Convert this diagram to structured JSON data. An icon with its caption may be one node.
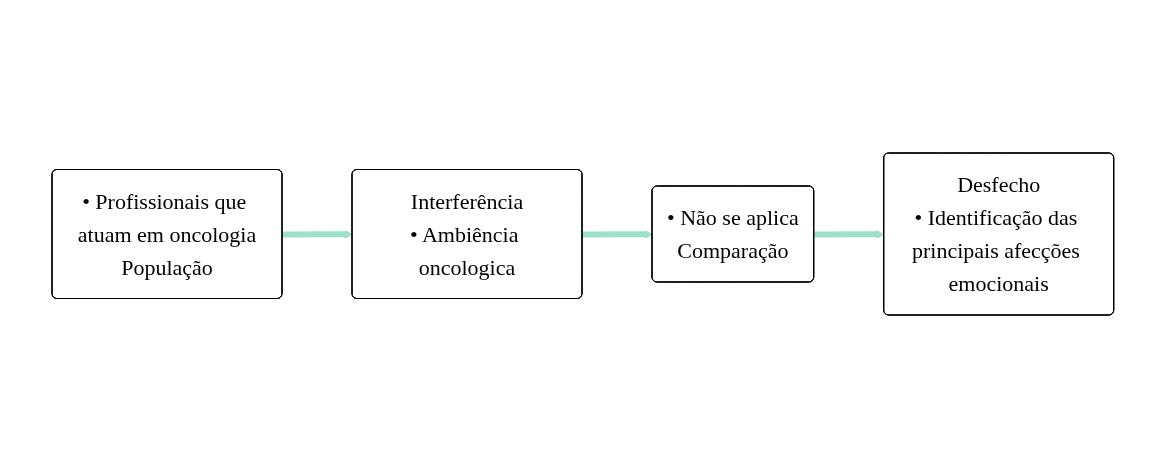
{
  "diagram": {
    "nodes": [
      {
        "text": [
          "• Profissionais que atuam em oncologia",
          "População"
        ]
      },
      {
        "text": [
          "Interferência",
          "• Ambiência oncologica"
        ]
      },
      {
        "text": [
          "• Não se aplica",
          "Comparação"
        ]
      },
      {
        "text": [
          "Desfecho",
          "• Identificação das principais afecções emocionais"
        ]
      }
    ],
    "edges": [
      {
        "from": 0,
        "to": 1,
        "arrow": "to"
      },
      {
        "from": 1,
        "to": 2,
        "arrow": "to"
      },
      {
        "from": 2,
        "to": 3,
        "arrow": "to"
      }
    ]
  }
}
